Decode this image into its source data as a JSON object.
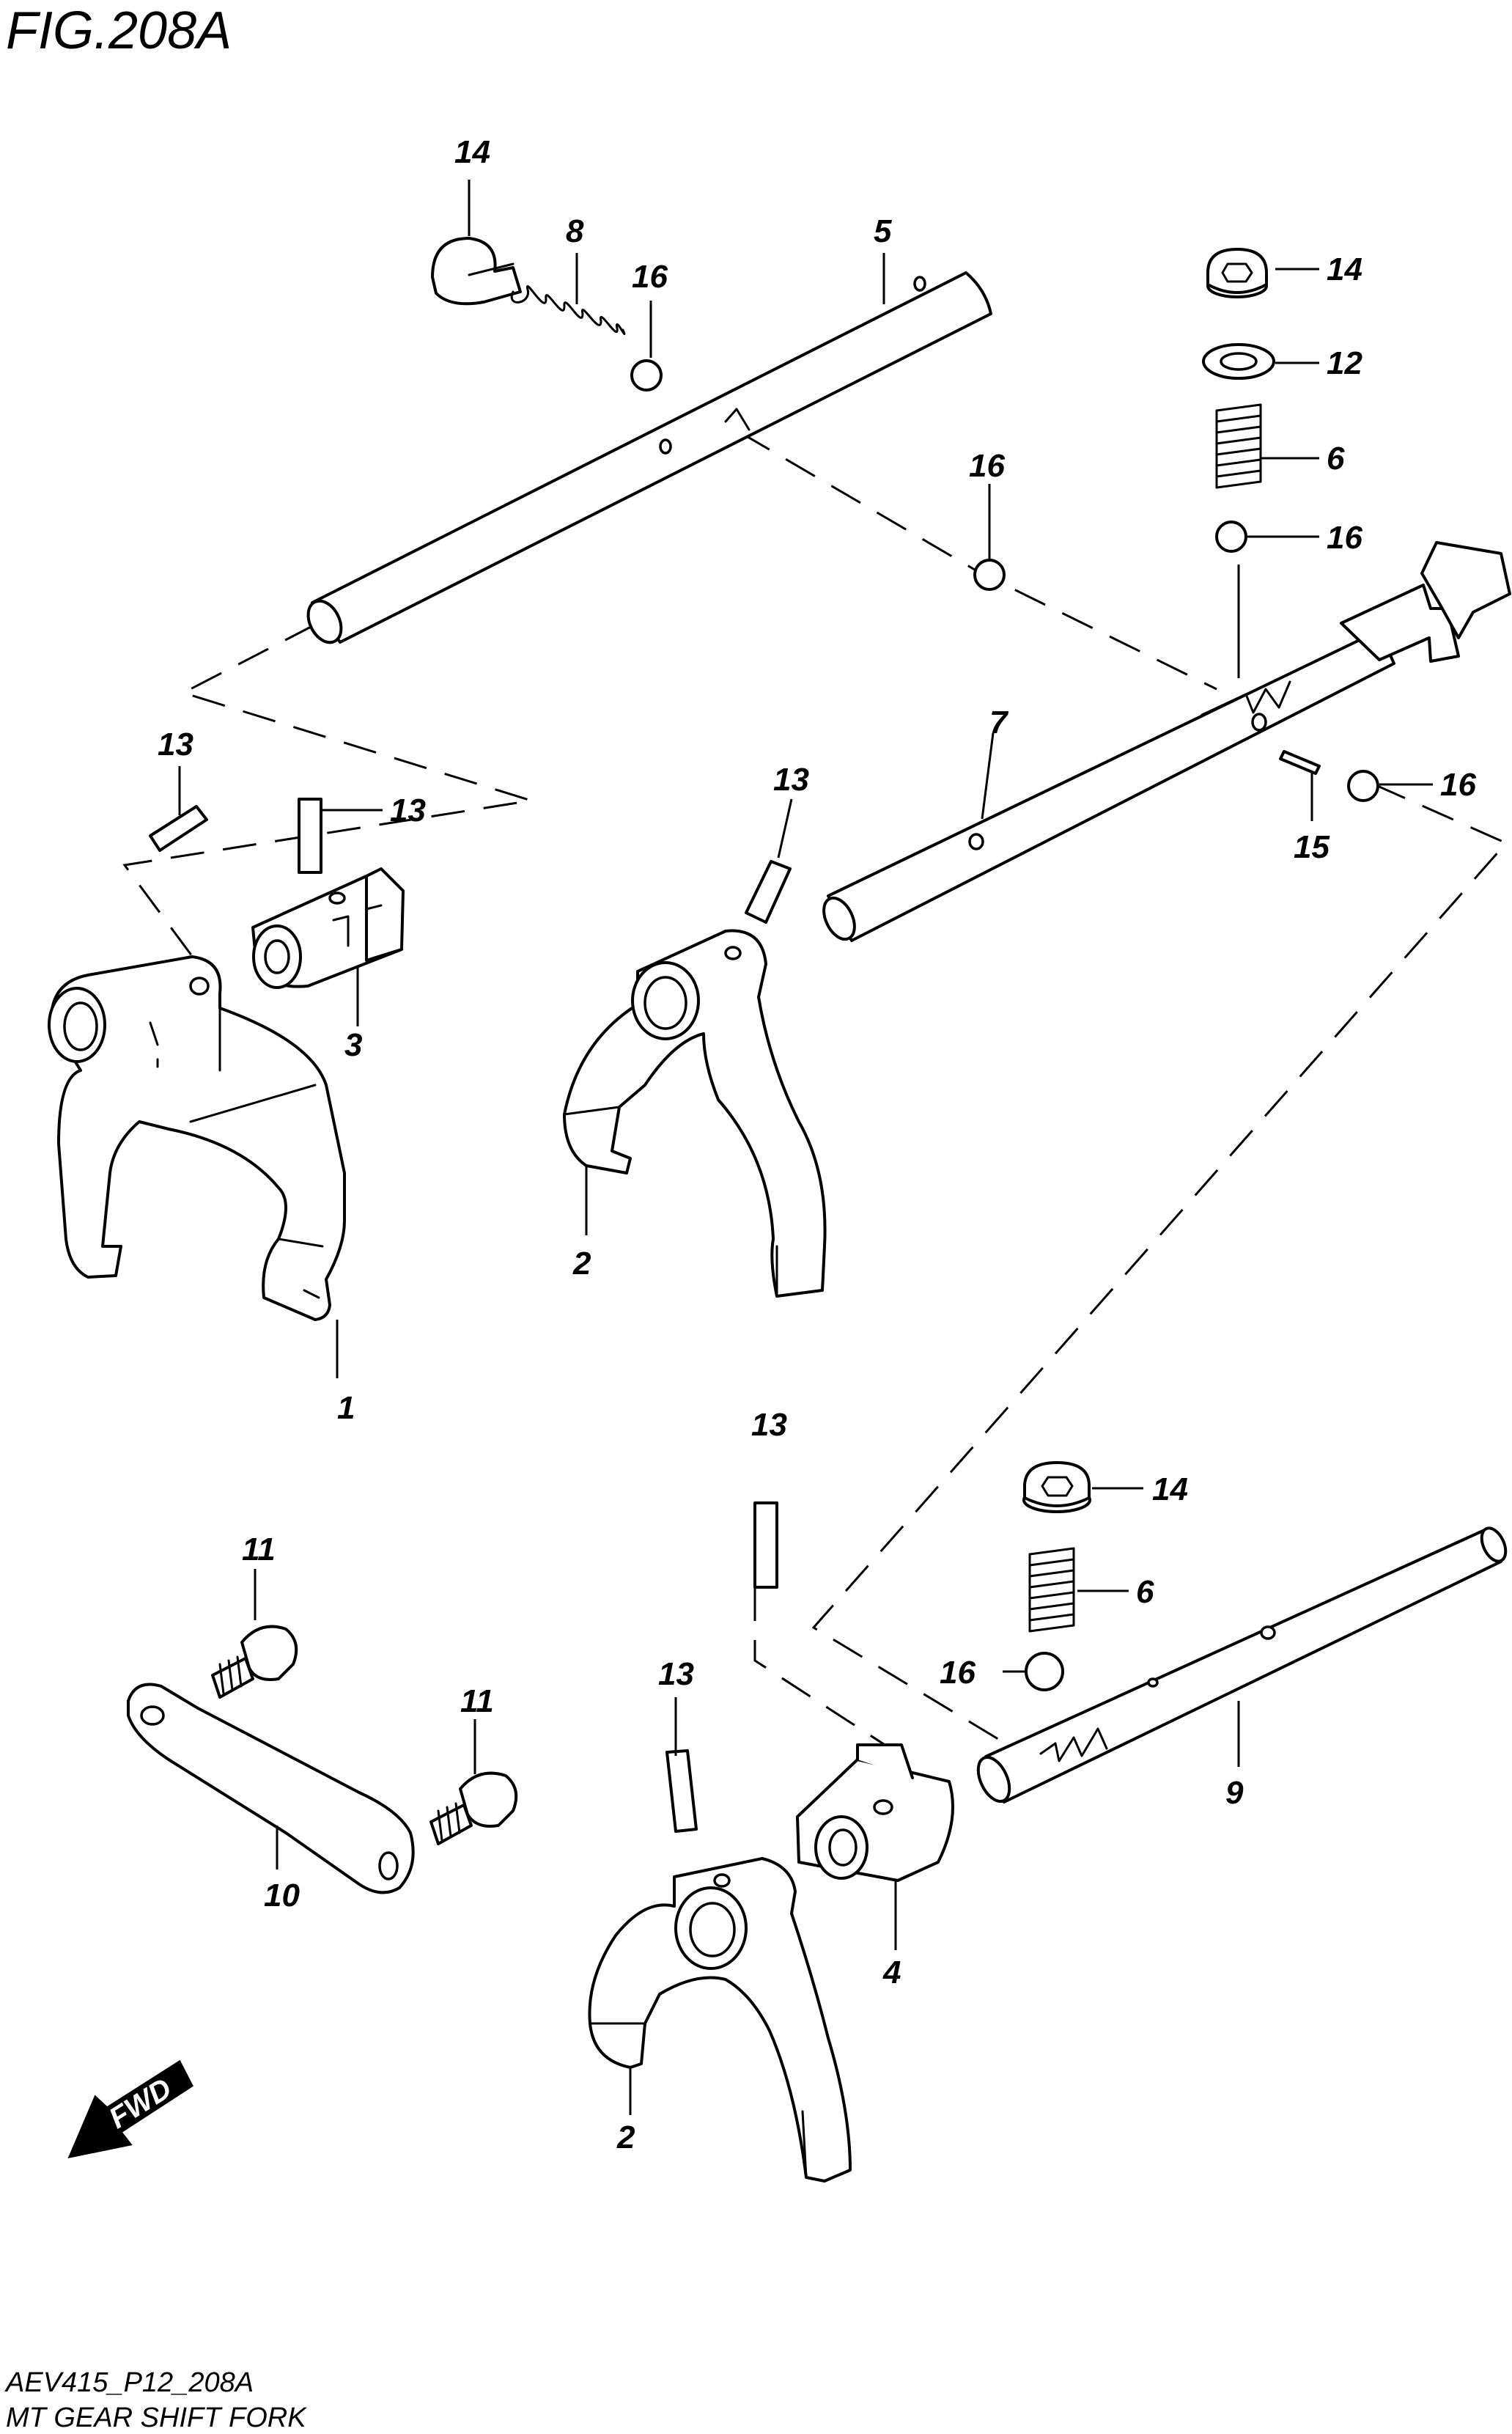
{
  "figure_title": "FIG.208A",
  "footer": {
    "code": "AEV415_P12_208A",
    "caption": "MT GEAR SHIFT FORK"
  },
  "direction_badge": "FWD",
  "callouts": {
    "c1": "1",
    "c2a": "2",
    "c2b": "2",
    "c3": "3",
    "c4": "4",
    "c5": "5",
    "c6a": "6",
    "c6b": "6",
    "c7": "7",
    "c8": "8",
    "c9": "9",
    "c10": "10",
    "c11a": "11",
    "c11b": "11",
    "c12": "12",
    "c13a": "13",
    "c13b": "13",
    "c13c": "13",
    "c13d": "13",
    "c13e": "13",
    "c14a": "14",
    "c14b": "14",
    "c14c": "14",
    "c15": "15",
    "c16a": "16",
    "c16b": "16",
    "c16c": "16",
    "c16d": "16",
    "c16e": "16"
  }
}
